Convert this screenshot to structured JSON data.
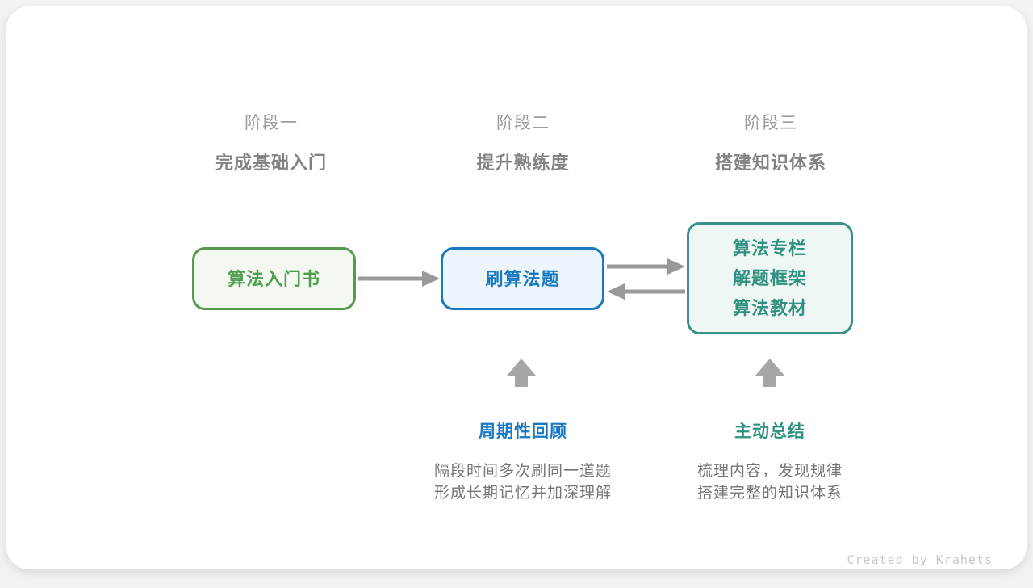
{
  "stages": [
    {
      "label": "阶段一",
      "subtitle": "完成基础入门"
    },
    {
      "label": "阶段二",
      "subtitle": "提升熟练度"
    },
    {
      "label": "阶段三",
      "subtitle": "搭建知识体系"
    }
  ],
  "nodes": [
    {
      "title": "算法入门书",
      "text_color": "#4f9e4f",
      "border_color": "#57994f",
      "bg_color": "#f3f8f0"
    },
    {
      "title": "刷算法题",
      "text_color": "#1779c4",
      "border_color": "#1779c4",
      "bg_color": "#edf5fc"
    },
    {
      "lines": [
        "算法专栏",
        "解题框架",
        "算法教材"
      ],
      "text_color": "#2f9180",
      "border_color": "#3a9184",
      "bg_color": "#eef7f3"
    }
  ],
  "annotations": [
    {
      "title": "周期性回顾",
      "color": "#1779c4",
      "lines": [
        "隔段时间多次刷同一道题",
        "形成长期记忆并加深理解"
      ]
    },
    {
      "title": "主动总结",
      "color": "#2f9180",
      "lines": [
        "梳理内容，发现规律",
        "搭建完整的知识体系"
      ]
    }
  ],
  "arrows": {
    "flow_color": "#999999",
    "up_color": "#a6a6a6"
  },
  "footer": {
    "credit": "Created by Krahets"
  }
}
